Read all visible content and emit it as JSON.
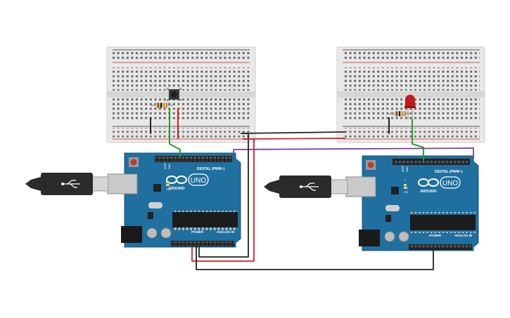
{
  "boards": [
    {
      "brand": "ARDUINO",
      "model": "UNO",
      "digital_label": "DIGITAL (PWM~)",
      "power_label": "POWER",
      "analog_label": "ANALOG IN",
      "aref": "AREF",
      "gnd": "GND",
      "tx": "TX",
      "rx": "RX",
      "led_l": "L"
    },
    {
      "brand": "ARDUINO",
      "model": "UNO",
      "digital_label": "DIGITAL (PWM~)",
      "power_label": "POWER",
      "analog_label": "ANALOG IN",
      "aref": "AREF",
      "gnd": "GND",
      "tx": "TX",
      "rx": "RX",
      "led_l": "L"
    }
  ],
  "colors": {
    "background": "#ffffff",
    "arduino_board": "#1f6f9f",
    "breadboard": "#e6e6e6",
    "wire_black": "#222222",
    "wire_red": "#cc2222",
    "wire_green": "#2aa02a",
    "wire_purple": "#7b3fa0",
    "led_red": "#c21a1a",
    "usb_cable": "#2b2b2b"
  },
  "components": {
    "pushbutton": "pushbutton-icon",
    "resistor": "resistor-icon",
    "led": "led-icon",
    "usb": "usb-cable-icon"
  }
}
